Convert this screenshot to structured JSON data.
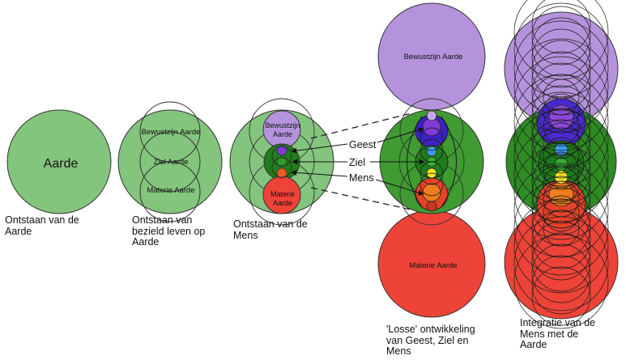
{
  "stage1": {
    "circle_label": "Aarde",
    "caption": [
      "Ontstaan van de",
      "Aarde"
    ]
  },
  "stage2": {
    "labels": [
      "Bewustzijn Aarde",
      "Ziel Aarde",
      "Materie Aarde"
    ],
    "caption": [
      "Ontstaan van",
      "bezield leven op",
      "Aarde"
    ]
  },
  "stage3": {
    "top_label": [
      "Bewustzijn",
      "Aarde"
    ],
    "bottom_label": [
      "Materie",
      "Aarde"
    ],
    "caption": [
      "Ontstaan van de",
      "Mens"
    ]
  },
  "pointers": {
    "geest": "Geest",
    "ziel": "Ziel",
    "mens": "Mens"
  },
  "stage4": {
    "top_label": "Bewustzijn Aarde",
    "bottom_label": "Materie Aarde",
    "caption": [
      "'Losse' ontwikkeling",
      "van Geest, Ziel en",
      "Mens"
    ]
  },
  "stage5": {
    "caption": [
      "Integratie van de",
      "Mens met de",
      "Aarde"
    ]
  },
  "colors": {
    "light_green": "#84c57d",
    "green": "#3f9b32",
    "dark_green": "#217c1b",
    "purple": "#b593dc",
    "violet": "#7d3bd2",
    "indigo": "#3b22c2",
    "blue": "#3f9df2",
    "yellow": "#f4e524",
    "orange": "#ee7d1d",
    "red": "#ee4338"
  }
}
